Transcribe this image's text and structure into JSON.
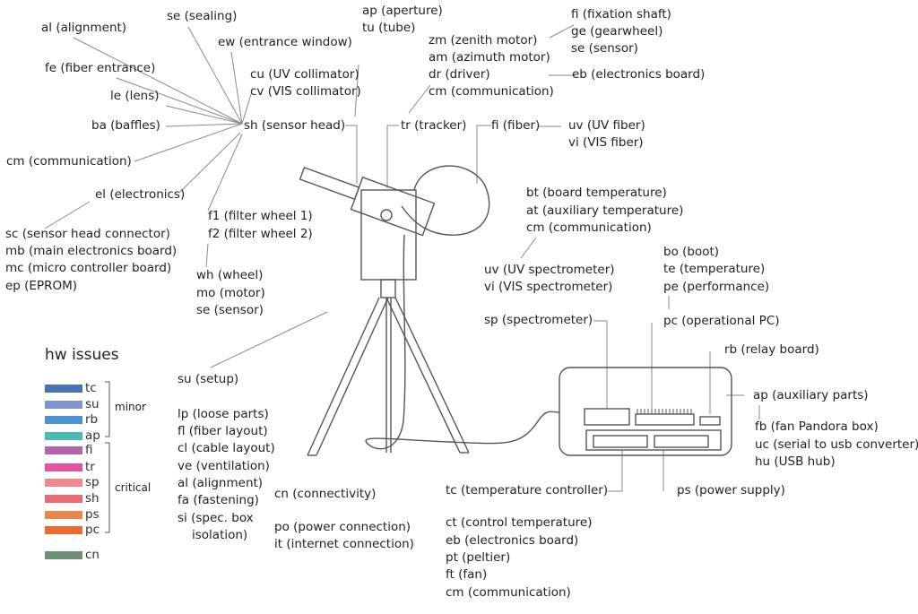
{
  "labels": {
    "sh_group": [
      "al (alignment)",
      "fe (fiber entrance)",
      "le (lens)",
      "ba (baffles)",
      "cm (communication)"
    ],
    "se_sealing": "se (sealing)",
    "ew": "ew (entrance window)",
    "cu_cv": [
      "cu (UV collimator)",
      "cv (VIS collimator)"
    ],
    "ap_tu": [
      "ap (aperture)",
      "tu (tube)"
    ],
    "sh": "sh (sensor head)",
    "el": "el (electronics)",
    "el_sub": [
      "sc (sensor head connector)",
      "mb (main electronics board)",
      "mc (micro controller board)",
      "ep (EPROM)"
    ],
    "f12": [
      "f1 (filter wheel 1)",
      "f2 (filter wheel 2)"
    ],
    "wheel_sub": [
      "wh (wheel)",
      "mo (motor)",
      "se (sensor)"
    ],
    "tracker_sub": [
      "zm (zenith motor)",
      "am (azimuth motor)",
      "dr (driver)",
      "cm (communication)"
    ],
    "fi_group": [
      "fi (fixation shaft)",
      "ge (gearwheel)",
      "se (sensor)"
    ],
    "eb_top": "eb (electronics board)",
    "tr": "tr (tracker)",
    "fi_fiber": "fi (fiber)",
    "uv_vi_fiber": [
      "uv (UV fiber)",
      "vi (VIS fiber)"
    ],
    "spec_temp": [
      "bt (board temperature)",
      "at (auxiliary temperature)",
      "cm (communication)"
    ],
    "uv_vi_spec": [
      "uv (UV spectrometer)",
      "vi (VIS spectrometer)"
    ],
    "sp": "sp (spectrometer)",
    "pc_sub": [
      "bo (boot)",
      "te (temperature)",
      "pe (performance)"
    ],
    "pc": "pc (operational PC)",
    "rb": "rb (relay board)",
    "ap_aux": "ap (auxiliary parts)",
    "aux_sub": [
      "fb (fan Pandora box)",
      "uc (serial to usb converter)",
      "hu (USB hub)"
    ],
    "tc": "tc (temperature controller)",
    "ps": "ps (power supply)",
    "tc_sub": [
      "ct (control temperature)",
      "eb (electronics board)",
      "pt (peltier)",
      "ft (fan)",
      "cm (communication)"
    ],
    "su": "su (setup)",
    "su_sub": [
      "lp (loose parts)",
      "fl (fiber layout)",
      "cl (cable layout)",
      "ve (ventilation)",
      "al (alignment)",
      "fa (fastening)",
      "si (spec. box",
      "isolation)"
    ],
    "cn": "cn (connectivity)",
    "cn_sub": [
      "po (power connection)",
      "it (internet connection)"
    ]
  },
  "legend": {
    "title": "hw issues",
    "minor_label": "minor",
    "critical_label": "critical",
    "items": [
      {
        "code": "tc",
        "color": "#4a72b8"
      },
      {
        "code": "su",
        "color": "#7f95d0"
      },
      {
        "code": "rb",
        "color": "#4a93cf"
      },
      {
        "code": "ap",
        "color": "#4bbab0"
      },
      {
        "code": "fi",
        "color": "#b264aa"
      },
      {
        "code": "tr",
        "color": "#e354a0"
      },
      {
        "code": "sp",
        "color": "#ee8a8b"
      },
      {
        "code": "sh",
        "color": "#e86c74"
      },
      {
        "code": "ps",
        "color": "#e8874a"
      },
      {
        "code": "pc",
        "color": "#ee6b2e"
      },
      {
        "code": "cn",
        "color": "#6e8e75"
      }
    ]
  }
}
